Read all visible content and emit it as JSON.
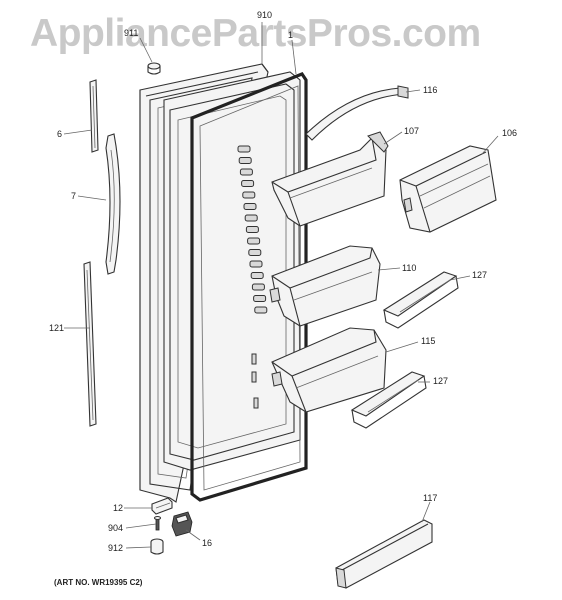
{
  "watermark": "AppliancePartsPros.com",
  "art_number": "(ART NO. WR19395 C2)",
  "callouts": {
    "c910": "910",
    "c911": "911",
    "c1": "1",
    "c116": "116",
    "c107": "107",
    "c106": "106",
    "c6": "6",
    "c7": "7",
    "c110": "110",
    "c127a": "127",
    "c121": "121",
    "c115": "115",
    "c127b": "127",
    "c117": "117",
    "c12": "12",
    "c904": "904",
    "c16": "16",
    "c912": "912"
  }
}
